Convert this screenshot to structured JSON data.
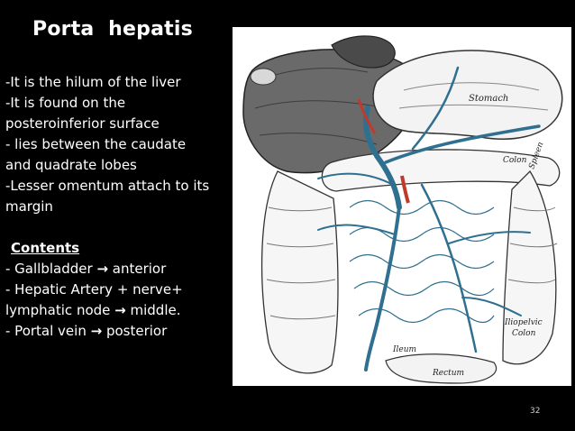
{
  "slide": {
    "title": "Porta  hepatis",
    "page_number": "32"
  },
  "points": [
    {
      "lines": [
        "-It is the hilum of the liver"
      ]
    },
    {
      "lines": [
        "-It  is found on the",
        "posteroinferior surface"
      ]
    },
    {
      "lines": [
        "- lies between the caudate",
        "and quadrate lobes"
      ]
    },
    {
      "lines": [
        "-Lesser omentum attach to its",
        "margin"
      ]
    }
  ],
  "contents": {
    "heading": "Contents",
    "items": [
      {
        "lines": [
          "-  Gallbladder",
          " anterior"
        ]
      },
      {
        "lines": [
          "- Hepatic Artery + nerve+",
          "lymphatic node",
          " middle."
        ]
      },
      {
        "lines": [
          "- Portal vein",
          " posterior"
        ]
      }
    ],
    "arrow_glyph": "→"
  },
  "figure": {
    "labels": {
      "stomach": "Stomach",
      "spleen": "Spleen",
      "colon": "Colon",
      "iliopelvic_colon": "Iliopelvic",
      "iliopelvic_colon_2": "Colon",
      "rectum": "Rectum",
      "ileum": "Ileum"
    },
    "colors": {
      "vein": "#2f6f8f",
      "artery": "#c0392b",
      "liver": "#555555",
      "background": "#ffffff"
    }
  }
}
